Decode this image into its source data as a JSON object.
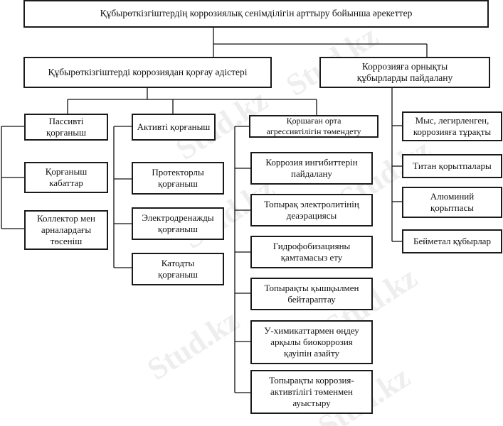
{
  "title": "Құбырөткізгіштердің коррозиялық сенімділігін арттыру бойынша әрекеттер",
  "branches": {
    "methods": "Құбырөткізгіштерді коррозиядан қорғау әдістері",
    "resistant_pipes": "Коррозияға орнықты\nқұбырларды пайдалану"
  },
  "passive": {
    "header": "Пассивті\nқорғаныш",
    "items": [
      "Қорғаныш\nкабаттар",
      "Коллектор мен\nарналардағы\nтөсеніш"
    ]
  },
  "active": {
    "header": "Активті қорғаныш",
    "items": [
      "Протекторлы\nқорғаныш",
      "Электродренажды\nқорғаныш",
      "Катодты\nқорғаныш"
    ]
  },
  "environment": {
    "header": "Қоршаған орта\nагрессивтілігін төмендету",
    "items": [
      "Коррозия ингибиттерін\nпайдалану",
      "Топырақ электролитінің\nдеаэрациясы",
      "Гидрофобизацияны\nқамтамасыз ету",
      "Топырақты қышқылмен\nбейтараптау",
      "У-химикаттармен өңдеу\nарқылы биокоррозия\nқауіпін азайту",
      "Топырақты коррозия-\nактивтілігі төменмен\nауыстыру"
    ]
  },
  "materials": {
    "items": [
      "Мыс, легирленген,\nкоррозияға тұрақты",
      "Титан қорытпалары",
      "Алюминий\nқорытпасы",
      "Бейметал құбырлар"
    ]
  },
  "watermark": "Stud.kz"
}
